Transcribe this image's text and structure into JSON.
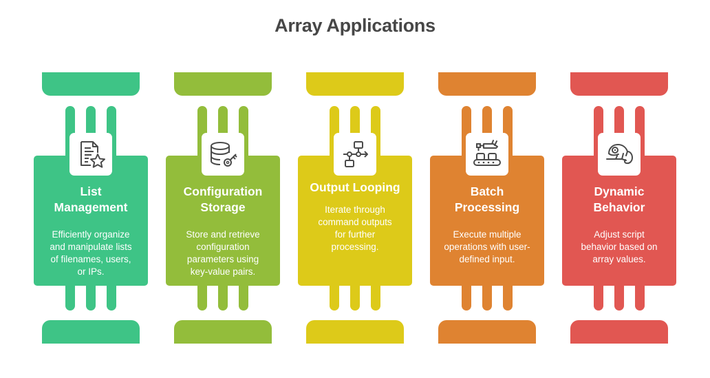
{
  "title": "Array Applications",
  "columns": [
    {
      "id": "list-management",
      "title": "List Management",
      "title_lines": [
        "List",
        "Management"
      ],
      "description": "Efficiently organize and manipulate lists of filenames, users, or IPs.",
      "description_lines": [
        "Efficiently organize",
        "and manipulate lists",
        "of filenames, users,",
        "or IPs."
      ],
      "icon": "document-star-icon",
      "color": "#3ec486"
    },
    {
      "id": "configuration-storage",
      "title": "Configuration Storage",
      "title_lines": [
        "Configuration",
        "Storage"
      ],
      "description": "Store and retrieve configuration parameters using key-value pairs.",
      "description_lines": [
        "Store and retrieve",
        "configuration",
        "parameters using",
        "key-value pairs."
      ],
      "icon": "database-key-icon",
      "color": "#93bd3b"
    },
    {
      "id": "output-looping",
      "title": "Output Looping",
      "title_lines": [
        "Output Looping"
      ],
      "description": "Iterate through command outputs for further processing.",
      "description_lines": [
        "Iterate through",
        "command outputs",
        "for further",
        "processing."
      ],
      "icon": "flowchart-icon",
      "color": "#ddca19"
    },
    {
      "id": "batch-processing",
      "title": "Batch Processing",
      "title_lines": [
        "Batch",
        "Processing"
      ],
      "description": "Execute multiple operations with user-defined input.",
      "description_lines": [
        "Execute multiple",
        "operations with user-",
        "defined input."
      ],
      "icon": "conveyor-robot-icon",
      "color": "#df8331"
    },
    {
      "id": "dynamic-behavior",
      "title": "Dynamic Behavior",
      "title_lines": [
        "Dynamic",
        "Behavior"
      ],
      "description": "Adjust script behavior based on array values.",
      "description_lines": [
        "Adjust script",
        "behavior based on",
        "array values."
      ],
      "icon": "chameleon-icon",
      "color": "#e15752"
    }
  ]
}
